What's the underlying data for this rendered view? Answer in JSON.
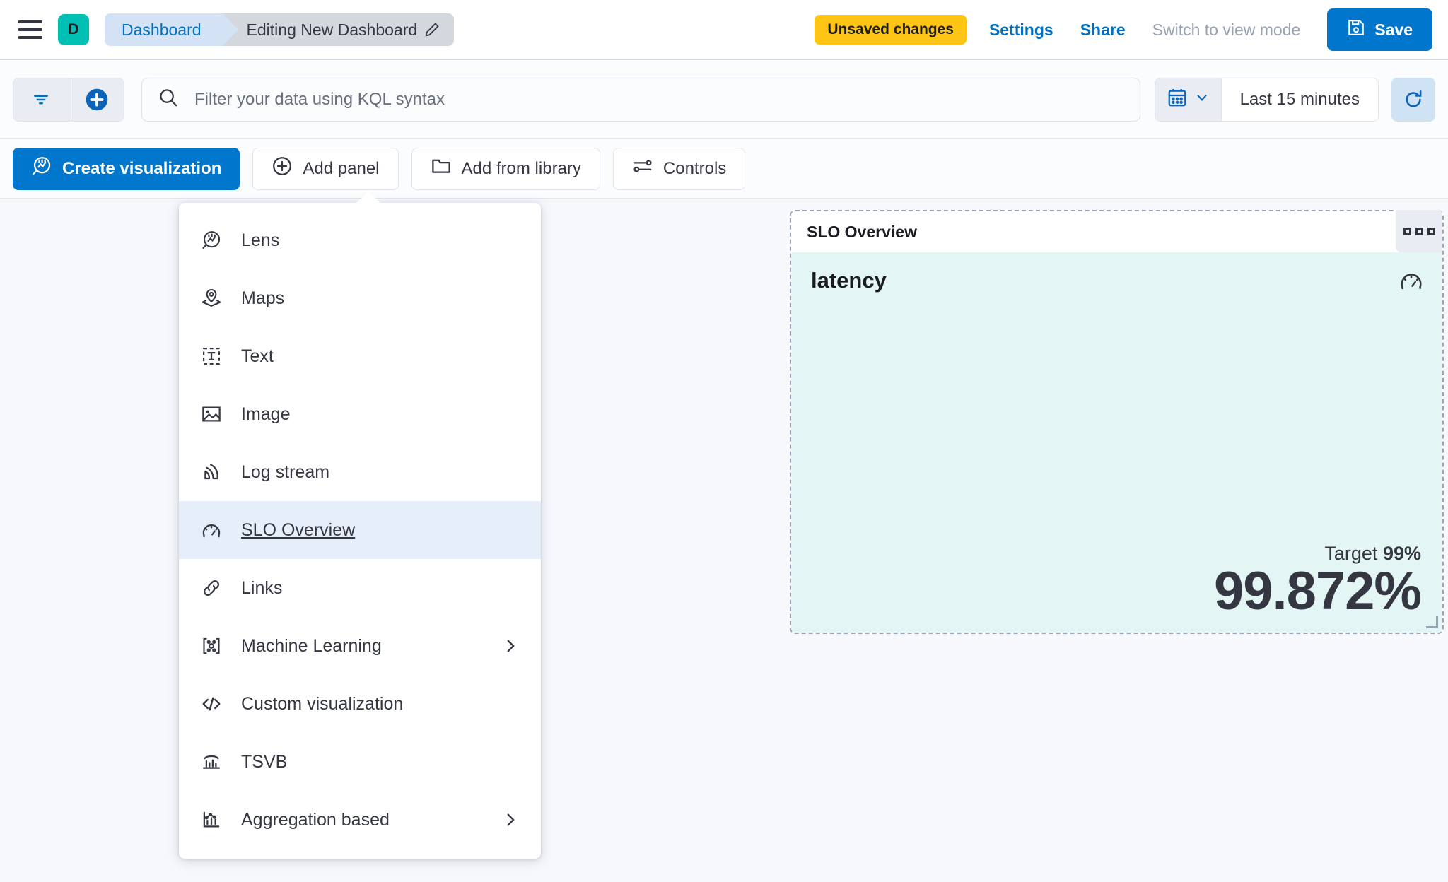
{
  "header": {
    "menu_icon": "hamburger-icon",
    "space_initial": "D",
    "breadcrumbs": [
      {
        "label": "Dashboard",
        "icon": null
      },
      {
        "label": "Editing New Dashboard",
        "icon": "pencil-icon"
      }
    ],
    "unsaved_badge": "Unsaved changes",
    "settings_link": "Settings",
    "share_link": "Share",
    "view_mode_link": "Switch to view mode",
    "save_label": "Save",
    "save_icon": "save-disk-icon"
  },
  "querybar": {
    "filter_icon": "filter-lines-icon",
    "add_filter_icon": "plus-circle-icon",
    "search_icon": "search-icon",
    "search_value": "",
    "search_placeholder": "Filter your data using KQL syntax",
    "calendar_icon": "calendar-icon",
    "chevron_icon": "chevron-down-icon",
    "time_range": "Last 15 minutes",
    "refresh_icon": "refresh-icon"
  },
  "toolbar": {
    "create_visualization": "Create visualization",
    "create_visualization_icon": "lens-icon",
    "add_panel": "Add panel",
    "add_panel_icon": "plus-circle-icon",
    "add_from_library": "Add from library",
    "add_from_library_icon": "folder-icon",
    "controls": "Controls",
    "controls_icon": "sliders-icon"
  },
  "add_panel_menu": {
    "open": true,
    "items": [
      {
        "label": "Lens",
        "icon": "lens-icon",
        "submenu": false,
        "selected": false
      },
      {
        "label": "Maps",
        "icon": "map-pin-layers-icon",
        "submenu": false,
        "selected": false
      },
      {
        "label": "Text",
        "icon": "text-box-icon",
        "submenu": false,
        "selected": false
      },
      {
        "label": "Image",
        "icon": "image-icon",
        "submenu": false,
        "selected": false
      },
      {
        "label": "Log stream",
        "icon": "log-stream-icon",
        "submenu": false,
        "selected": false
      },
      {
        "label": "SLO Overview",
        "icon": "gauge-icon",
        "submenu": false,
        "selected": true
      },
      {
        "label": "Links",
        "icon": "link-icon",
        "submenu": false,
        "selected": false
      },
      {
        "label": "Machine Learning",
        "icon": "machine-learning-icon",
        "submenu": true,
        "selected": false
      },
      {
        "label": "Custom visualization",
        "icon": "code-icon",
        "submenu": false,
        "selected": false
      },
      {
        "label": "TSVB",
        "icon": "tsvb-chart-icon",
        "submenu": false,
        "selected": false
      },
      {
        "label": "Aggregation based",
        "icon": "aggregation-chart-icon",
        "submenu": true,
        "selected": false
      }
    ]
  },
  "slo_panel": {
    "title": "SLO Overview",
    "context_menu_icon": "ellipsis-squares-icon",
    "slo_name": "latency",
    "gauge_icon": "gauge-icon",
    "target_label": "Target",
    "target_value": "99%",
    "sli_value": "99.872%",
    "background_color": "#e4f6f4"
  },
  "colors": {
    "primary": "#0077cc",
    "link": "#0071c2",
    "warning": "#fec514",
    "accent_teal": "#00bfb3",
    "panel_bg": "#e4f6f4",
    "selected_menu_bg": "#e6eefa",
    "canvas_bg": "#f7f8fc"
  }
}
